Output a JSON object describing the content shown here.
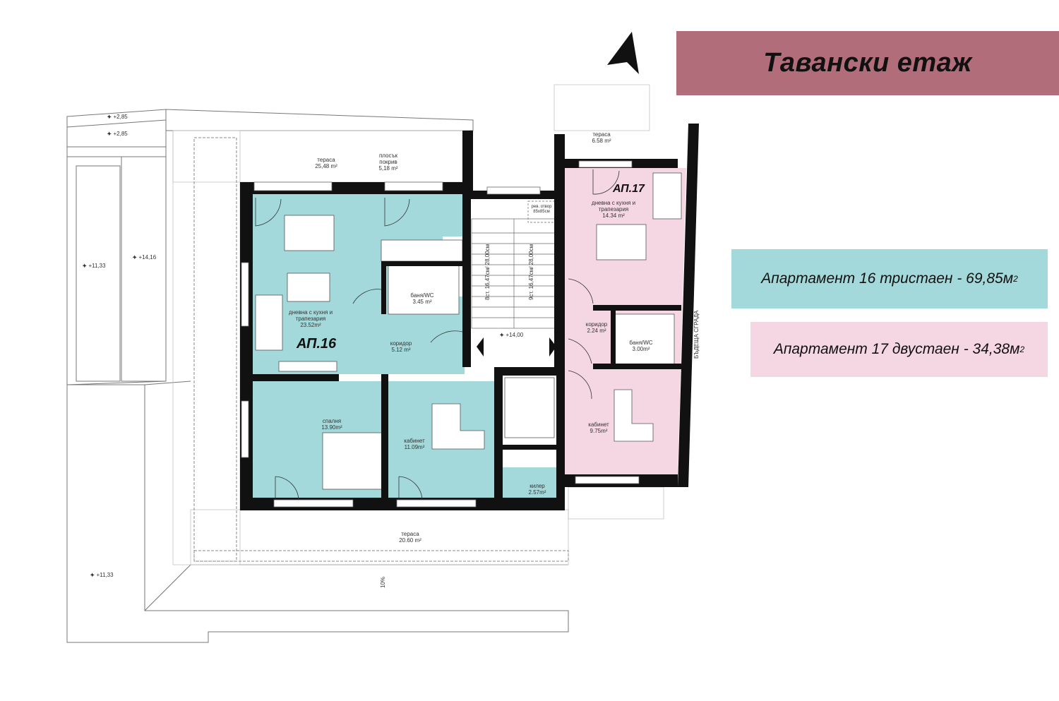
{
  "title": "Тавански етаж",
  "legend": [
    {
      "label": "Апартамент 16 тристаен - 69,85м",
      "sup": "2",
      "color": "#a3d9da"
    },
    {
      "label": "Апартамент 17 двустаен - 34,38м",
      "sup": "2",
      "color": "#f5d6e3"
    }
  ],
  "colors": {
    "title_bar": "#b16e7a",
    "apt16": "#a3d9da",
    "apt17": "#f5d6e3",
    "wall": "#111111"
  },
  "apartments": {
    "a16": "АП.16",
    "a17": "АП.17"
  },
  "rooms": {
    "terrace_nw": {
      "name": "тераса",
      "area": "25,48 m²"
    },
    "flat_roof": {
      "name1": "плосък",
      "name2": "покрив",
      "area": "5,18 m²"
    },
    "living16": {
      "name1": "дневна с кухня и",
      "name2": "трапезария",
      "area": "23.52m²"
    },
    "bath16": {
      "name": "баня/WC",
      "area": "3.45 m²"
    },
    "corridor16": {
      "name": "коридор",
      "area": "5.12 m²"
    },
    "bedroom16": {
      "name": "спалня",
      "area": "13.90m²"
    },
    "study16": {
      "name": "кабинет",
      "area": "11.09m²"
    },
    "closet16": {
      "name": "килер",
      "area": "2.57m²"
    },
    "terrace_s": {
      "name": "тераса",
      "area": "20.60 m²"
    },
    "terrace_ne": {
      "name": "тераса",
      "area": "6.58 m²"
    },
    "living17": {
      "name1": "дневна с кухня и",
      "name2": "трапезария",
      "area": "14.34 m²"
    },
    "corridor17": {
      "name": "коридор",
      "area": "2.24 m²"
    },
    "bath17": {
      "name": "баня/WC",
      "area": "3.00m²"
    },
    "study17": {
      "name": "кабинет",
      "area": "9.75m²"
    },
    "hatch": {
      "name1": "рев. отвор",
      "name2": "85x85см"
    }
  },
  "stairs": {
    "left": "8ст. 16,47см/ 28,00см",
    "right": "9ст. 16,47см/ 28,00см"
  },
  "levels": {
    "l1": "+2,85",
    "l2": "+2,85",
    "l3": "+11,33",
    "l4": "+14,16",
    "l5": "+14,00",
    "l6": "+11,33"
  },
  "slope": "10%",
  "future_building": "БЪДЕЩА СГРАДА"
}
